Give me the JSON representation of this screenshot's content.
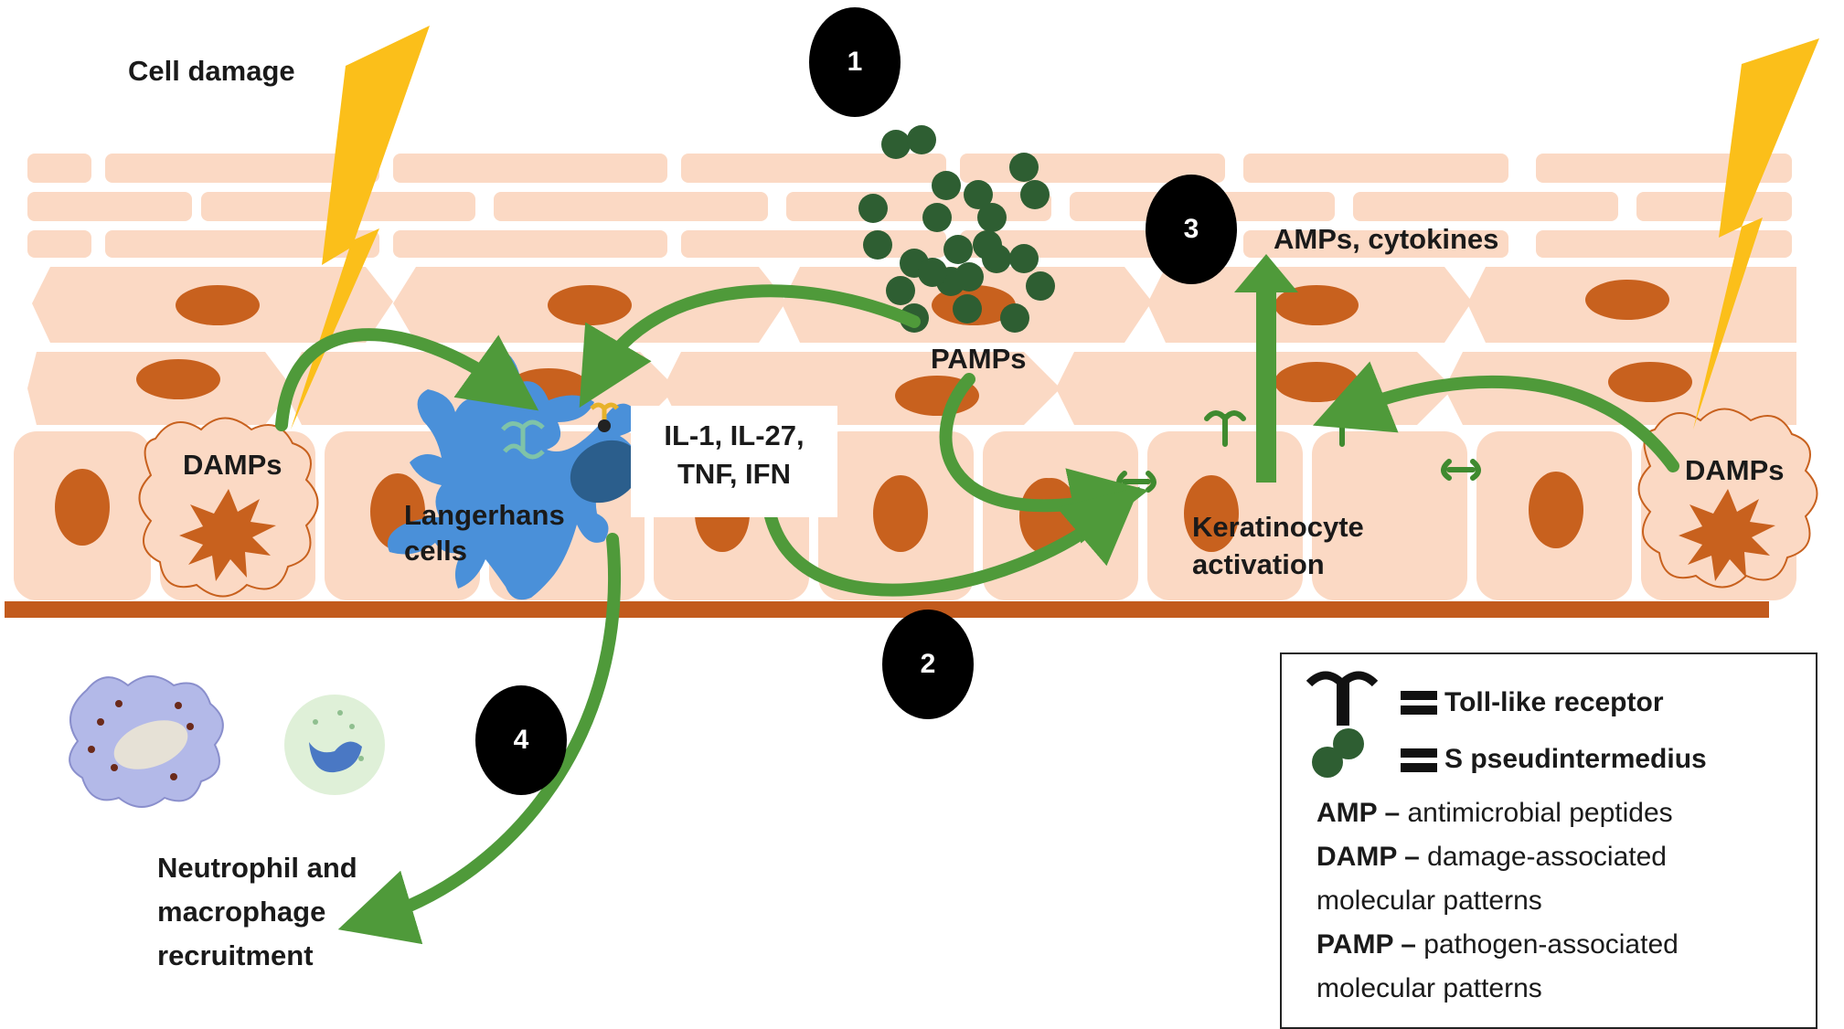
{
  "labels": {
    "cell_damage": "Cell damage",
    "damps_left": "DAMPs",
    "damps_right": "DAMPs",
    "pamps": "PAMPs",
    "amps_cytokines": "AMPs, cytokines",
    "langerhans_line1": "Langerhans",
    "langerhans_line2": "cells",
    "keratinocyte_line1": "Keratinocyte",
    "keratinocyte_line2": "activation",
    "cytokines_line1": "IL-1, IL-27,",
    "cytokines_line2": "TNF, IFN",
    "recruitment_line1": "Neutrophil and",
    "recruitment_line2": "macrophage",
    "recruitment_line3": "recruitment"
  },
  "steps": [
    "1",
    "2",
    "3",
    "4"
  ],
  "legend": {
    "tlr_label": "Toll-like receptor",
    "bacteria_label": "S pseudintermedius",
    "definitions": [
      {
        "term": "AMP –",
        "text": " antimicrobial peptides"
      },
      {
        "term": "DAMP –",
        "text": " damage-associated"
      },
      {
        "term": "",
        "text": "molecular patterns"
      },
      {
        "term": "PAMP –",
        "text": " pathogen-associated"
      },
      {
        "term": "",
        "text": "molecular patterns"
      }
    ]
  },
  "colors": {
    "cell_fill": "#fbd9c4",
    "nucleus": "#c8611e",
    "basement_membrane": "#c25a1c",
    "arrow_green": "#4f9a3a",
    "lightning": "#fbbf1a",
    "langerhans_blue": "#4a90d9",
    "bacteria": "#2e5e32",
    "step_circle": "#000000"
  }
}
